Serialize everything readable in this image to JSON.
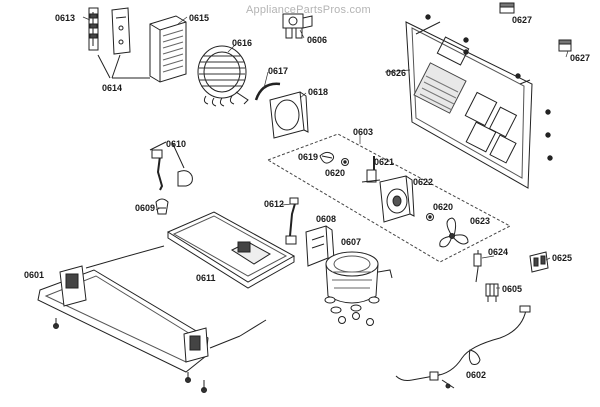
{
  "watermark": "AppliancePartsPros.com",
  "parts": [
    {
      "id": "p0613",
      "label": "0613"
    },
    {
      "id": "p0615",
      "label": "0615"
    },
    {
      "id": "p0614",
      "label": "0614"
    },
    {
      "id": "p0616",
      "label": "0616"
    },
    {
      "id": "p0606",
      "label": "0606"
    },
    {
      "id": "p0617",
      "label": "0617"
    },
    {
      "id": "p0618",
      "label": "0618"
    },
    {
      "id": "p0627a",
      "label": "0627"
    },
    {
      "id": "p0627b",
      "label": "0627"
    },
    {
      "id": "p0626",
      "label": "0626"
    },
    {
      "id": "p0603",
      "label": "0603"
    },
    {
      "id": "p0610",
      "label": "0610"
    },
    {
      "id": "p0619",
      "label": "0619"
    },
    {
      "id": "p0620a",
      "label": "0620"
    },
    {
      "id": "p0621",
      "label": "0621"
    },
    {
      "id": "p0622",
      "label": "0622"
    },
    {
      "id": "p0609",
      "label": "0609"
    },
    {
      "id": "p0612",
      "label": "0612"
    },
    {
      "id": "p0620b",
      "label": "0620"
    },
    {
      "id": "p0623",
      "label": "0623"
    },
    {
      "id": "p0608",
      "label": "0608"
    },
    {
      "id": "p0607",
      "label": "0607"
    },
    {
      "id": "p0624",
      "label": "0624"
    },
    {
      "id": "p0625",
      "label": "0625"
    },
    {
      "id": "p0601",
      "label": "0601"
    },
    {
      "id": "p0611",
      "label": "0611"
    },
    {
      "id": "p0605",
      "label": "0605"
    },
    {
      "id": "p0602",
      "label": "0602"
    }
  ]
}
